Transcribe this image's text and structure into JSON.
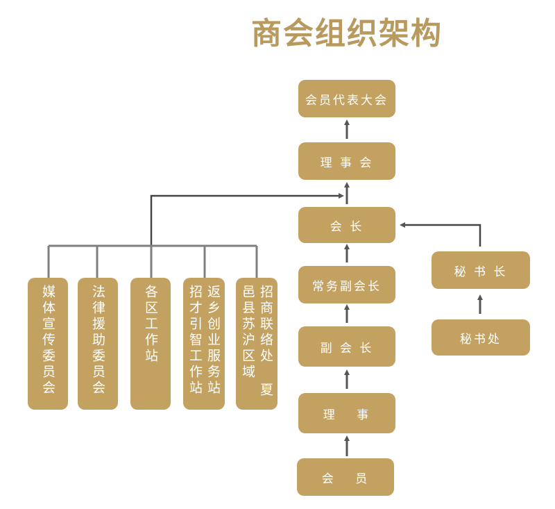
{
  "title": "商会组织架构",
  "main_chain": {
    "congress": "会员代表大会",
    "council": "理 事 会",
    "president": "会 长",
    "executive_vp": "常务副会长",
    "vp": "副 会 长",
    "director": "理　 事",
    "member": "会　 员"
  },
  "secretariat": {
    "secretary_general": "秘 书 长",
    "office": "秘书处"
  },
  "committees": [
    "媒体宣传委员会",
    "法律援助委员会",
    "各区工作站",
    "返乡创业服务站 招才引智工作站",
    "招商联络处 夏邑县苏沪区域"
  ],
  "colors": {
    "box": "#C3A161",
    "title": "#B89A5E",
    "connector": "#7F7F7F",
    "arrow": "#555555"
  }
}
